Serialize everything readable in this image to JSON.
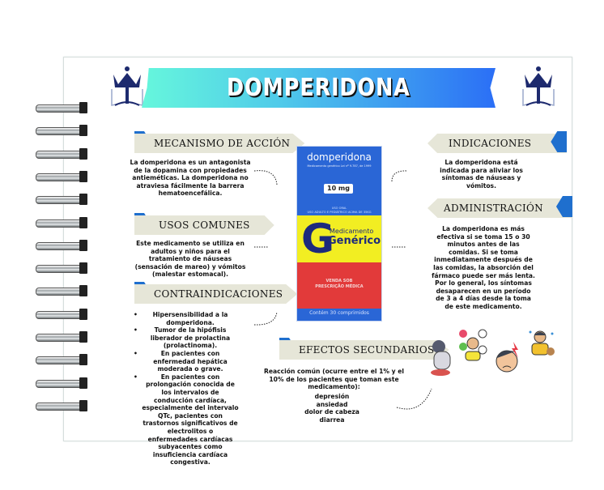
{
  "title": "DOMPERIDONA",
  "sections": {
    "mecanismo": {
      "label": "MECANISMO DE ACCIÓN",
      "text": "La domperidona es un antagonista de la dopamina con propiedades antieméticas. La domperidona no atraviesa fácilmente la barrera hematoencefálica."
    },
    "usos": {
      "label": "USOS COMUNES",
      "text": "Este medicamento se utiliza en adultos y niños para el tratamiento de náuseas (sensación de mareo) y vómitos (malestar estomacal)."
    },
    "contraindicaciones": {
      "label": "CONTRAINDICACIONES",
      "items": [
        "Hipersensibilidad a la domperidona.",
        "Tumor de la hipófisis liberador de prolactina (prolactinoma).",
        "En pacientes con enfermedad hepática moderada o grave.",
        "En pacientes con prolongación conocida de los intervalos de conducción cardíaca, especialmente del intervalo QTc, pacientes con trastornos significativos de electrolitos o enfermedades cardíacas subyacentes como insuficiencia cardíaca congestiva."
      ]
    },
    "indicaciones": {
      "label": "INDICACIONES",
      "text": "La domperidona está indicada para aliviar los síntomas de náuseas y vómitos."
    },
    "administracion": {
      "label": "ADMINISTRACIÓN",
      "text": "La domperidona es más efectiva si se toma 15 o 30 minutos antes de las comidas. Si se toma inmediatamente después de las comidas, la absorción del fármaco puede ser más lenta. Por lo general, los síntomas desaparecen en un período de 3 a 4 días desde la toma de este medicamento."
    },
    "efectos": {
      "label": "EFECTOS SECUNDARIOS",
      "intro": "Reacción común (ocurre entre el 1% y el 10% de los pacientes que toman este medicamento):",
      "items": [
        "depresión",
        "ansiedad",
        "dolor de cabeza",
        "diarrea"
      ]
    }
  },
  "box": {
    "name": "domperidona",
    "sub": "Medicamento genérico Lei nº 9.787, de 1999",
    "dose": "10 mg",
    "uso1": "USO ORAL",
    "uso2": "USO ADULTO E PEDIÁTRICO ACIMA DE 35KG",
    "g": "G",
    "med": "Medicamento",
    "gen": "Genérico",
    "venda1": "VENDA SOB",
    "venda2": "PRESCRIÇÃO MÉDICA",
    "cont": "Contém 30 comprimidos"
  },
  "colors": {
    "banner_start": "#66f7dc",
    "banner_end": "#2b6ff6",
    "flag": "#1f6fce",
    "tag": "#e6e6d8",
    "logo": "#1d2a6e"
  },
  "icons": [
    "crown-book-logo",
    "depressed-person-icon",
    "anxious-person-icon",
    "headache-icon",
    "diarrhea-person-icon"
  ]
}
